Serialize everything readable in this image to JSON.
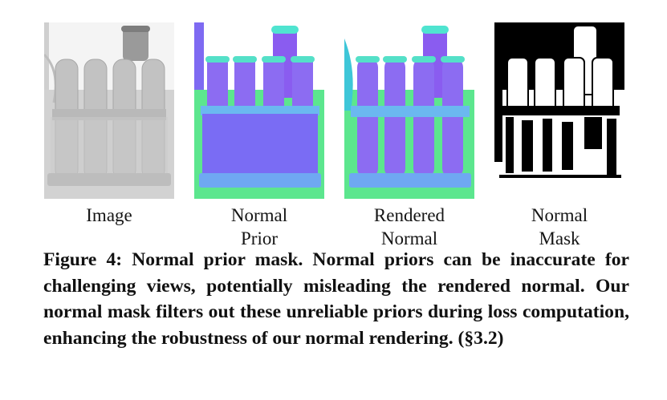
{
  "figure": {
    "panels": [
      {
        "id": "image",
        "label": "Image"
      },
      {
        "id": "normal-prior",
        "label": "Normal\nPrior"
      },
      {
        "id": "rendered-normal",
        "label": "Rendered\nNormal"
      },
      {
        "id": "normal-mask",
        "label": "Normal\nMask"
      }
    ],
    "caption": "Figure 4: Normal prior mask. Normal priors can be inaccurate for challenging views, potentially misleading the rendered normal. Our normal mask filters out these unreliable priors during loss computation, enhancing the robustness of our normal rendering. (§3.2)"
  }
}
